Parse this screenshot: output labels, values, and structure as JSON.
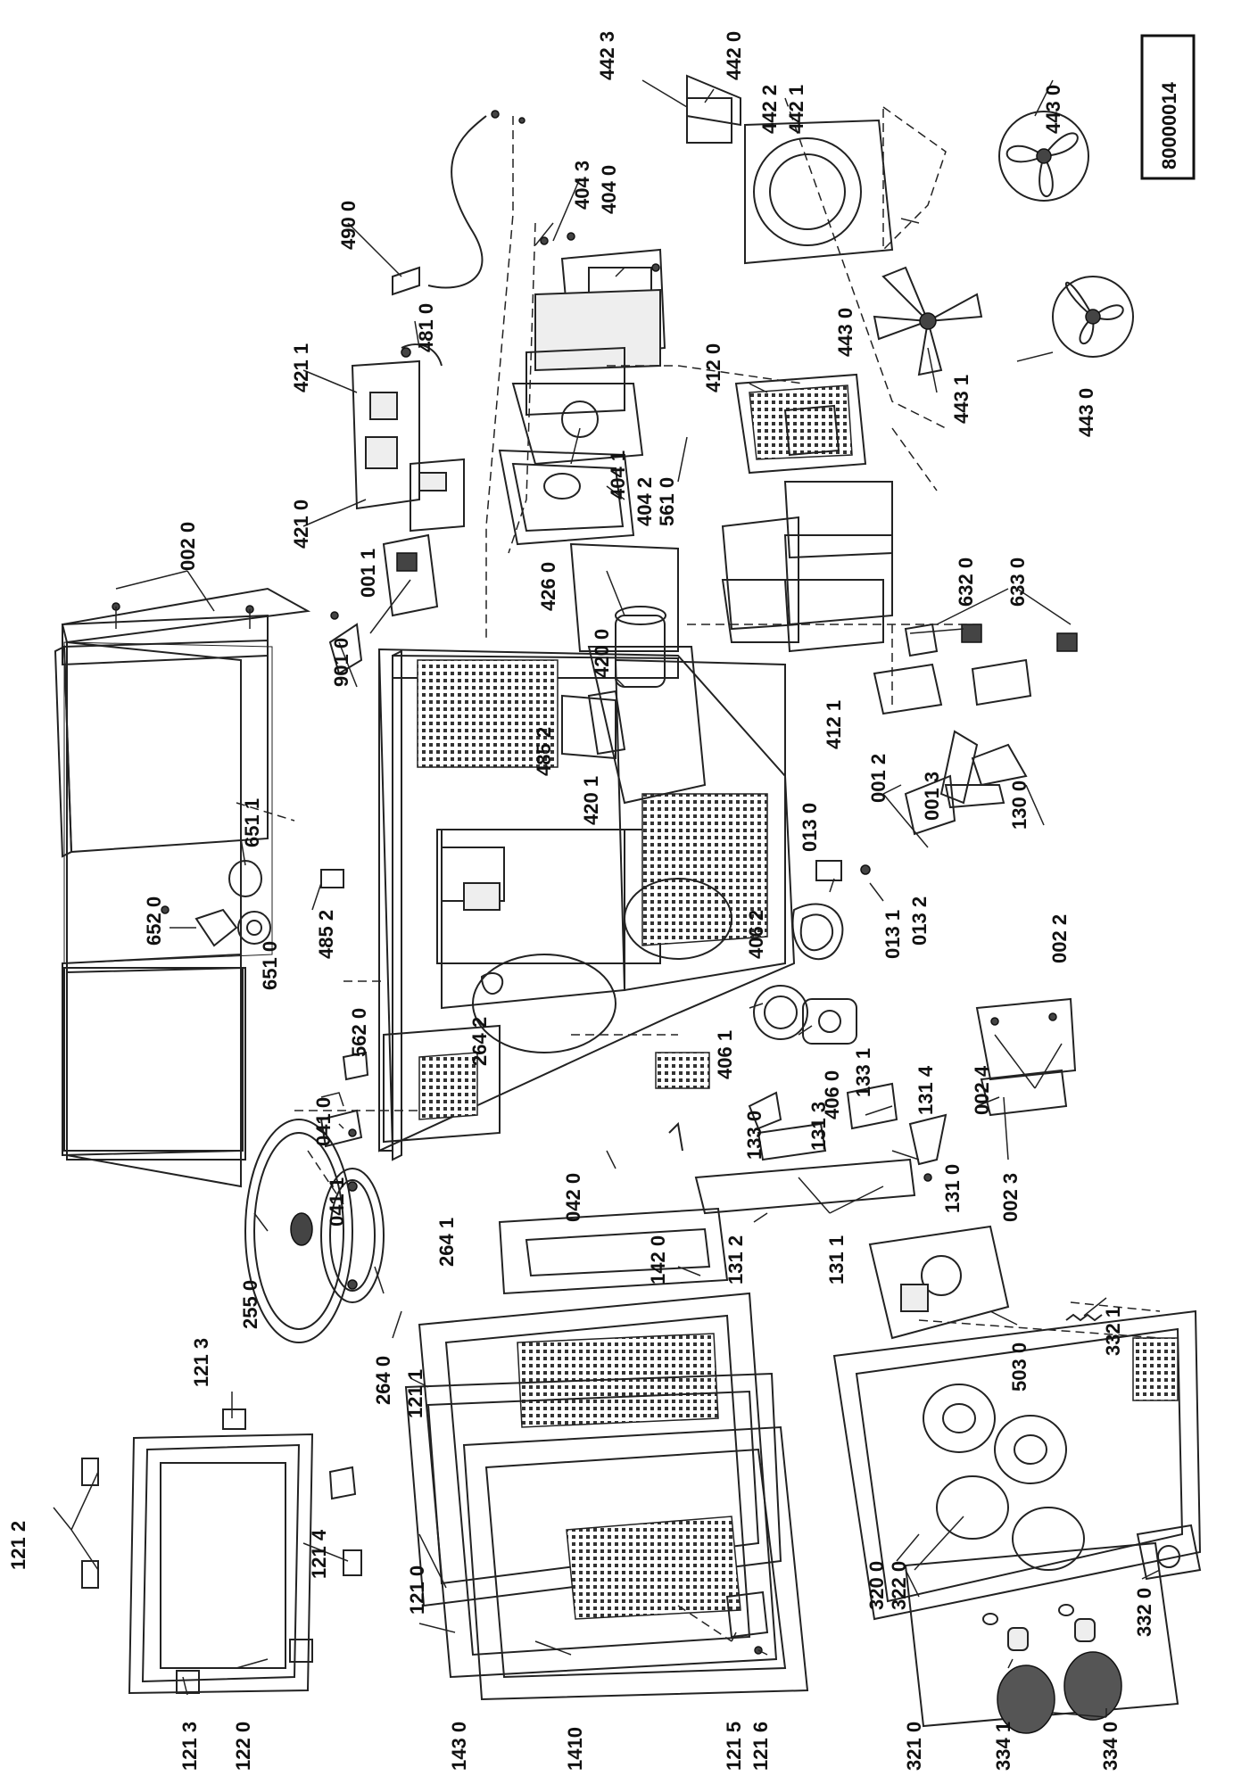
{
  "drawing_number": "80000014",
  "labels": [
    {
      "id": "002-0",
      "text": "002 0"
    },
    {
      "id": "442-3",
      "text": "442 3"
    },
    {
      "id": "442-0",
      "text": "442 0"
    },
    {
      "id": "442-2",
      "text": "442 2"
    },
    {
      "id": "442-1",
      "text": "442 1"
    },
    {
      "id": "443-0-top",
      "text": "443 0"
    },
    {
      "id": "404-3",
      "text": "404 3"
    },
    {
      "id": "404-0",
      "text": "404 0"
    },
    {
      "id": "490-0",
      "text": "490 0"
    },
    {
      "id": "481-0",
      "text": "481 0"
    },
    {
      "id": "421-1",
      "text": "421 1"
    },
    {
      "id": "421-0",
      "text": "421 0"
    },
    {
      "id": "443-0-mid",
      "text": "443 0"
    },
    {
      "id": "412-0",
      "text": "412 0"
    },
    {
      "id": "443-1",
      "text": "443 1"
    },
    {
      "id": "443-0-bot",
      "text": "443 0"
    },
    {
      "id": "404-1",
      "text": "404 1"
    },
    {
      "id": "404-2",
      "text": "404 2"
    },
    {
      "id": "561-0",
      "text": "561 0"
    },
    {
      "id": "001-1",
      "text": "001 1"
    },
    {
      "id": "426-0",
      "text": "426 0"
    },
    {
      "id": "632-0",
      "text": "632 0"
    },
    {
      "id": "633-0",
      "text": "633 0"
    },
    {
      "id": "420-0",
      "text": "420 0"
    },
    {
      "id": "901-0",
      "text": "901 0"
    },
    {
      "id": "412-1",
      "text": "412 1"
    },
    {
      "id": "651-1",
      "text": "651 1"
    },
    {
      "id": "485-2-top",
      "text": "485 2"
    },
    {
      "id": "420-1",
      "text": "420 1"
    },
    {
      "id": "001-2",
      "text": "001 2"
    },
    {
      "id": "001-3",
      "text": "001 3"
    },
    {
      "id": "130-0",
      "text": "130 0"
    },
    {
      "id": "013-0",
      "text": "013 0"
    },
    {
      "id": "652-0",
      "text": "652 0"
    },
    {
      "id": "485-2-bot",
      "text": "485 2"
    },
    {
      "id": "651-0",
      "text": "651 0"
    },
    {
      "id": "013-1",
      "text": "013 1"
    },
    {
      "id": "013-2",
      "text": "013 2"
    },
    {
      "id": "406-2",
      "text": "406 2"
    },
    {
      "id": "002-2",
      "text": "002 2"
    },
    {
      "id": "562-0",
      "text": "562 0"
    },
    {
      "id": "264-2",
      "text": "264 2"
    },
    {
      "id": "406-1",
      "text": "406 1"
    },
    {
      "id": "406-0",
      "text": "406 0"
    },
    {
      "id": "133-1",
      "text": "133 1"
    },
    {
      "id": "131-4",
      "text": "131 4"
    },
    {
      "id": "002-4",
      "text": "002 4"
    },
    {
      "id": "041-0",
      "text": "041 0"
    },
    {
      "id": "131-3",
      "text": "131 3"
    },
    {
      "id": "133-0",
      "text": "133 0"
    },
    {
      "id": "041-1",
      "text": "041 1"
    },
    {
      "id": "042-0",
      "text": "042 0"
    },
    {
      "id": "131-0",
      "text": "131 0"
    },
    {
      "id": "002-3",
      "text": "002 3"
    },
    {
      "id": "142-0",
      "text": "142 0"
    },
    {
      "id": "131-2",
      "text": "131 2"
    },
    {
      "id": "131-1",
      "text": "131 1"
    },
    {
      "id": "255-0",
      "text": "255 0"
    },
    {
      "id": "264-1",
      "text": "264 1"
    },
    {
      "id": "121-3-top",
      "text": "121 3"
    },
    {
      "id": "264-0",
      "text": "264 0"
    },
    {
      "id": "503-0",
      "text": "503 0"
    },
    {
      "id": "332-1",
      "text": "332 1"
    },
    {
      "id": "121-1",
      "text": "121 1"
    },
    {
      "id": "121-2",
      "text": "121 2"
    },
    {
      "id": "121-4",
      "text": "121 4"
    },
    {
      "id": "121-0",
      "text": "121 0"
    },
    {
      "id": "320-0",
      "text": "320 0"
    },
    {
      "id": "322-0",
      "text": "322 0"
    },
    {
      "id": "332-0",
      "text": "332 0"
    },
    {
      "id": "121-3-bot",
      "text": "121 3"
    },
    {
      "id": "122-0",
      "text": "122 0"
    },
    {
      "id": "143-0",
      "text": "143 0"
    },
    {
      "id": "141-0",
      "text": "1410"
    },
    {
      "id": "121-5",
      "text": "121 5"
    },
    {
      "id": "121-6",
      "text": "121 6"
    },
    {
      "id": "321-0",
      "text": "321 0"
    },
    {
      "id": "334-1",
      "text": "334 1"
    },
    {
      "id": "334-0",
      "text": "334 0"
    }
  ]
}
